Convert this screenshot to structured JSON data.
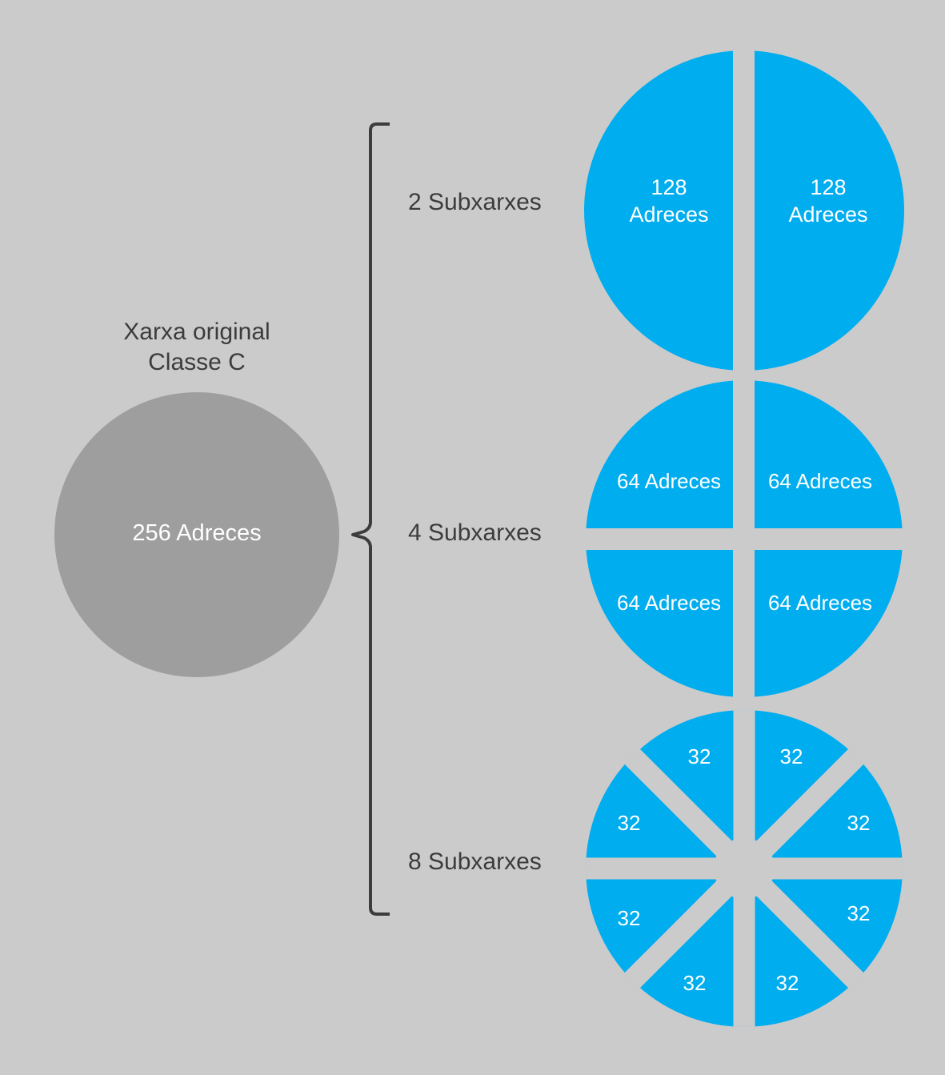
{
  "colors": {
    "background": "#cbcbcb",
    "original": "#9e9e9e",
    "subnet": "#00adef",
    "text_dark": "#3c3c3c",
    "text_light": "#ffffff",
    "bracket": "#3c3c3c"
  },
  "original": {
    "title_line1": "Xarxa original",
    "title_line2": "Classe C",
    "label": "256 Adreces"
  },
  "groups": [
    {
      "label": "2 Subxarxes",
      "segments": [
        {
          "line1": "128",
          "line2": "Adreces"
        },
        {
          "line1": "128",
          "line2": "Adreces"
        }
      ]
    },
    {
      "label": "4 Subxarxes",
      "segments": [
        {
          "text": "64 Adreces"
        },
        {
          "text": "64 Adreces"
        },
        {
          "text": "64 Adreces"
        },
        {
          "text": "64 Adreces"
        }
      ]
    },
    {
      "label": "8 Subxarxes",
      "segments": [
        {
          "text": "32"
        },
        {
          "text": "32"
        },
        {
          "text": "32"
        },
        {
          "text": "32"
        },
        {
          "text": "32"
        },
        {
          "text": "32"
        },
        {
          "text": "32"
        },
        {
          "text": "32"
        }
      ]
    }
  ]
}
